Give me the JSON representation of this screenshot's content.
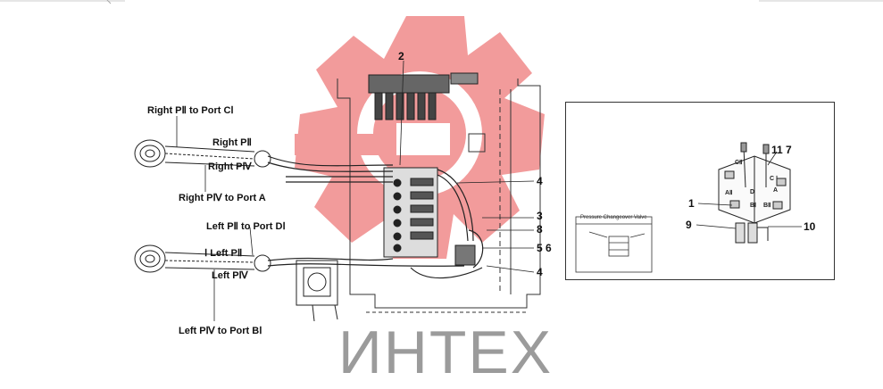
{
  "labels": {
    "right_p2_to_c1": "Right PⅡ to Port CⅠ",
    "right_p2": "Right PⅡ",
    "right_p4": "Right PⅣ",
    "right_p4_to_a": "Right PⅣ to Port A",
    "left_p2_to_d1": "Left PⅡ to Port DⅠ",
    "left_p2": "Ⅰ Left PⅡ",
    "left_p4": "Left PⅣ",
    "left_p4_to_b1": "Left PⅣ to Port BⅠ"
  },
  "callouts": {
    "n2": "2",
    "n4a": "4",
    "n3": "3",
    "n8": "8",
    "n56": "5 6",
    "n4b": "4",
    "n1": "1",
    "n11_7": "11 7",
    "n9": "9",
    "n10": "10"
  },
  "inset": {
    "ports": {
      "c2": "CⅡ",
      "c1": "C Ⅰ",
      "a2": "AⅡ",
      "d": "D",
      "b1": "BⅠ",
      "b2": "BⅡ",
      "a1": "A"
    },
    "panel_title": "Pressure Changeover Valve"
  },
  "watermark": {
    "text": "ИНТЕХ",
    "gear_color": "#f08a8a",
    "text_color": "#9b9b9b"
  }
}
